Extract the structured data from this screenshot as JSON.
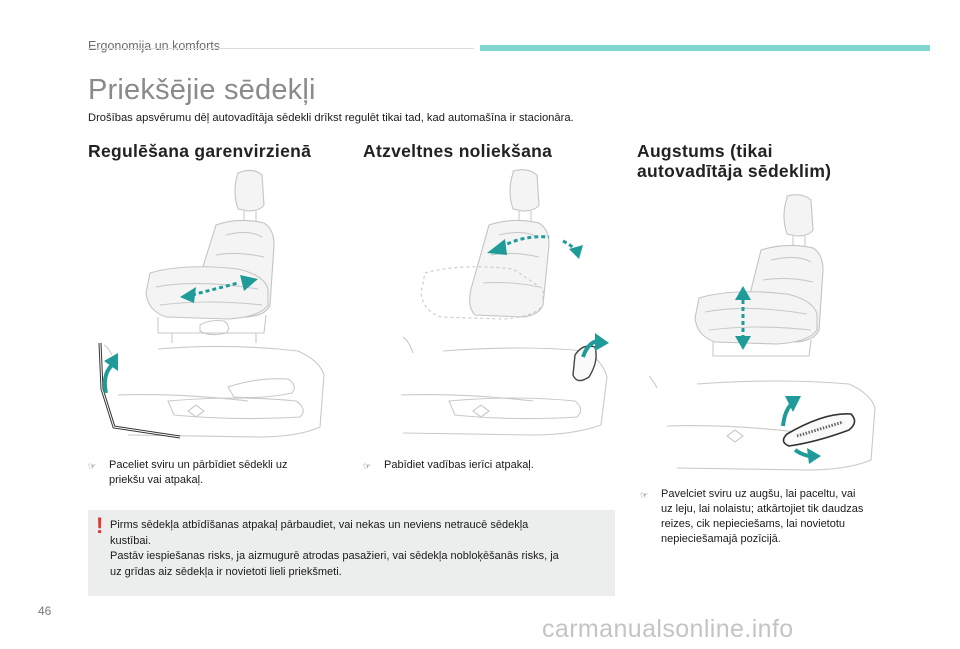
{
  "header": {
    "section_label": "Ergonomija un komforts",
    "accent_color": "#7fd6d1"
  },
  "page": {
    "title": "Priekšējie sēdekļi",
    "intro": "Drošības apsvērumu dēļ autovadītāja sēdekli drīkst regulēt tikai tad, kad automašīna ir stacionāra.",
    "number": "46"
  },
  "columns": [
    {
      "title": "Regulēšana garenvirzienā",
      "bullet": [
        "Paceliet sviru un pārbīdiet sēdekli uz",
        "priekšu vai atpakaļ."
      ]
    },
    {
      "title": "Atzveltnes noliekšana",
      "bullet": [
        "Pabīdiet vadības ierīci atpakaļ."
      ]
    },
    {
      "title_lines": [
        "Augstums (tikai",
        "autovadītāja sēdeklim)"
      ],
      "bullet": [
        "Pavelciet sviru uz augšu, lai paceltu, vai",
        "uz leju, lai nolaistu; atkārtojiet tik daudzas",
        "reizes, cik nepieciešams, lai novietotu",
        "nepieciešamajā pozīcijā."
      ]
    }
  ],
  "warning": {
    "icon": "exclamation-icon",
    "lines": [
      "Pirms sēdekļa atbīdīšanas atpakaļ pārbaudiet, vai nekas un neviens netraucē sēdekļa",
      "kustībai.",
      "Pastāv iespiešanas risks, ja aizmugurē atrodas pasažieri, vai sēdekļa nobloķēšanās risks, ja",
      "uz grīdas aiz sēdekļa ir novietoti lieli priekšmeti."
    ],
    "accent_color": "#e53530"
  },
  "bullet_icon": "arrow-bullet-icon",
  "arrow_color": "#1f9c9a",
  "watermark": "carmanualsonline.info"
}
